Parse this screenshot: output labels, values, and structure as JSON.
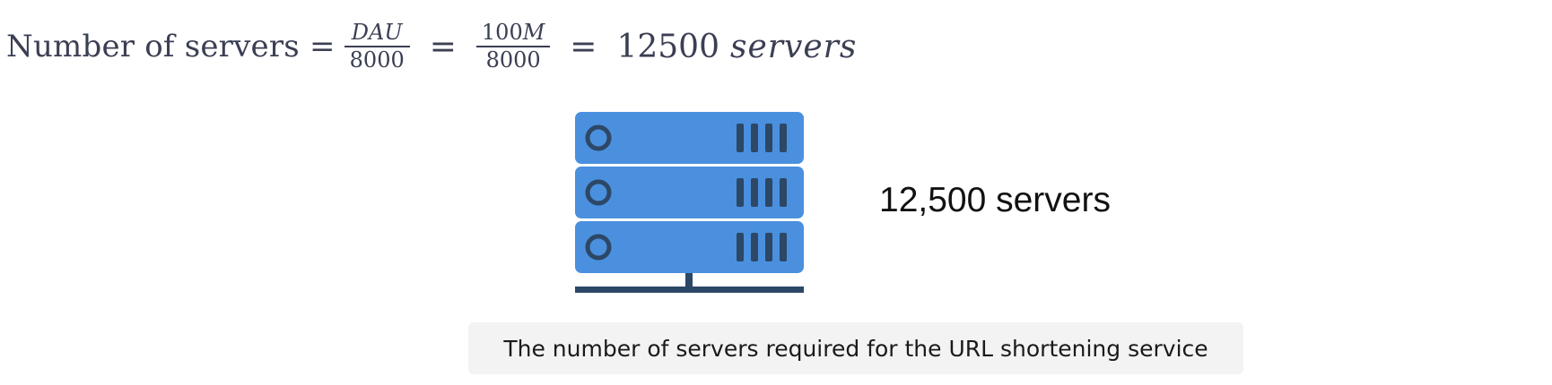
{
  "formula": {
    "lead": "Number of servers =",
    "frac1": {
      "numerator": "DAU",
      "denominator": "8000"
    },
    "equals": "=",
    "frac2": {
      "numerator_number": "100",
      "numerator_var": "M",
      "denominator": "8000"
    },
    "result_value": "12500",
    "result_unit": "servers"
  },
  "illustration": {
    "server_icon": "server-rack-icon",
    "colors": {
      "server_body": "#4A90DE",
      "server_detail": "#2D4766",
      "base": "#2D4766"
    },
    "count_label": "12,500 servers"
  },
  "caption": "The number of servers required for the URL shortening service"
}
